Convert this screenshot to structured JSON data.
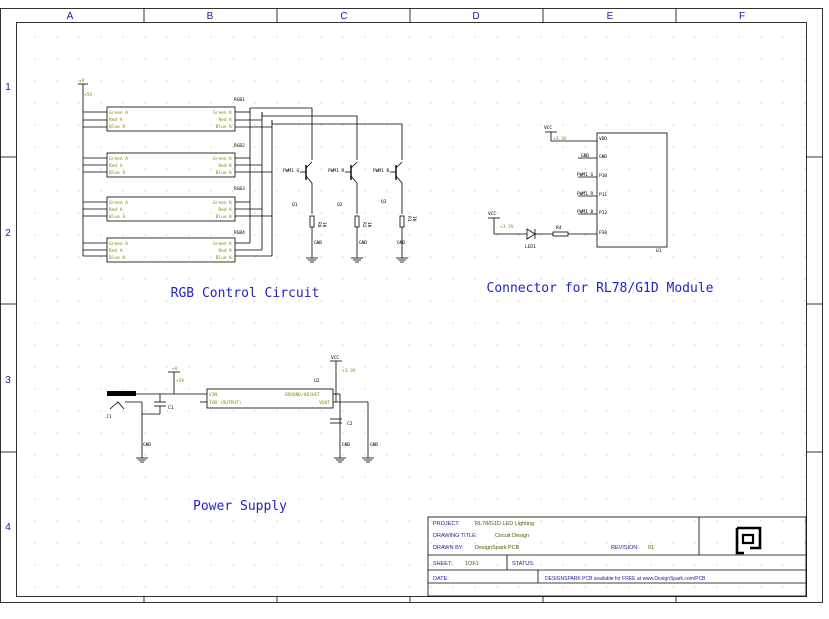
{
  "columns": [
    "A",
    "B",
    "C",
    "D",
    "E",
    "F"
  ],
  "rows": [
    "1",
    "2",
    "3",
    "4"
  ],
  "captions": {
    "rgb": "RGB Control Circuit",
    "connector": "Connector for RL78/G1D Module",
    "power": "Power Supply"
  },
  "rgb_boards": [
    {
      "ref": "RGB1",
      "left": [
        "Green A",
        "Red A",
        "Blue A"
      ],
      "right": [
        "Green K",
        "Red K",
        "Blue K"
      ]
    },
    {
      "ref": "RGB2",
      "left": [
        "Green A",
        "Red A",
        "Blue A"
      ],
      "right": [
        "Green K",
        "Red K",
        "Blue K"
      ]
    },
    {
      "ref": "RGB3",
      "left": [
        "Green A",
        "Red A",
        "Blue A"
      ],
      "right": [
        "Green K",
        "Red K",
        "Blue K"
      ]
    },
    {
      "ref": "RGB4",
      "left": [
        "Green A",
        "Red A",
        "Blue A"
      ],
      "right": [
        "Green K",
        "Red K",
        "Blue K"
      ]
    }
  ],
  "supply_5v": "+5V",
  "supply_5v_top": "+V",
  "transistors": [
    {
      "ref": "Q1",
      "net": "PWM1 G",
      "res": "R8",
      "res_val": "1K"
    },
    {
      "ref": "Q2",
      "net": "PWM1 R",
      "res": "R2",
      "res_val": "1K"
    },
    {
      "ref": "Q3",
      "net": "PWM1 B",
      "res": "R1",
      "res_val": "1K"
    }
  ],
  "gnd": "GND",
  "connector": {
    "ref": "U1",
    "vcc": "VCC",
    "v33": "+3.3V",
    "pins": [
      "VDD",
      "GND",
      "P10",
      "P11",
      "P12",
      "P30"
    ],
    "nets": [
      "GND",
      "PWM1 G",
      "PWM1 R",
      "PWM1 B"
    ],
    "led_vcc": "VCC",
    "led_v": "+3.3V",
    "led": "LED1",
    "res": "R4"
  },
  "power": {
    "jack": "J1",
    "cap1": "C1",
    "cap2": "C2",
    "reg": "U2",
    "reg_pins": [
      "VIN",
      "TAB (OUTPUT)",
      "GROUND/ADJUST",
      "VOUT"
    ],
    "vcc": "VCC",
    "v33": "+3.3V",
    "plus5": "+5V",
    "plus_v": "+V"
  },
  "title_block": {
    "project_label": "PROJECT:",
    "project": "RL78/G1D LED Lighting",
    "drawing_label": "DRAWING TITLE:",
    "drawing": "Circuit Design",
    "drawn_label": "DRAWN BY:",
    "drawn": "DesignSpark PCB",
    "revision_label": "REVISION:",
    "revision": "01",
    "sheet_label": "SHEET:",
    "sheet": "1OF1",
    "status_label": "STATUS:",
    "date_label": "DATE:",
    "note": "DESIGNSPARK PCB available for FREE at www.DesignSpark.com/PCB"
  },
  "colors": {
    "zone_text": "#1a1aa0",
    "caption": "#2222cc",
    "pin_label": "#888800",
    "wire": "#000000"
  }
}
